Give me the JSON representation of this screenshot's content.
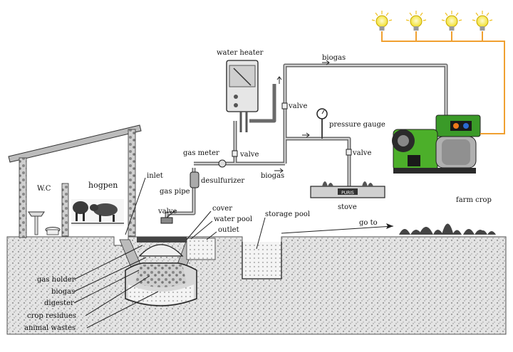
{
  "labels": {
    "water_heater": "water heater",
    "biogas_top": "biogas",
    "valve_upper": "valve",
    "pressure_gauge": "pressure gauge",
    "gas_meter": "gas meter",
    "valve_middle": "valve",
    "valve_stove": "valve",
    "biogas_mid": "biogas",
    "desulfurizer": "desulfurizer",
    "inlet": "inlet",
    "wc": "W.C",
    "hogpen": "hogpen",
    "gas_pipe": "gas pipe",
    "stove": "stove",
    "farm_crop": "farm crop",
    "valve_ground": "valve",
    "cover": "cover",
    "water_pool": "water pool",
    "outlet": "outlet",
    "storage_pool": "storage pool",
    "go_to": "go to",
    "gas_holder": "gas holder",
    "biogas_digester_label": "biogas",
    "digester": "digester",
    "crop_residues": "crop residues",
    "animal_wastes": "animal wastes",
    "stove_brand": "PURIS"
  },
  "colors": {
    "pipe": "#6a6a6a",
    "generator_green": "#4caf2a",
    "bulb_yellow": "#f2e23a",
    "wire_orange": "#f0a030",
    "soil": "#d9d9d9"
  },
  "icons": [
    "light-bulb-icon",
    "generator-icon",
    "pressure-gauge-icon",
    "water-heater-icon",
    "stove-icon",
    "hog-icon",
    "crop-icon"
  ]
}
